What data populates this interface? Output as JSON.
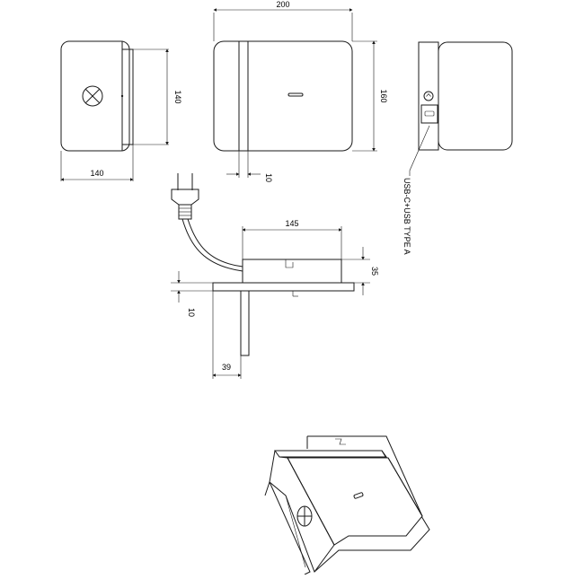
{
  "dimensions": {
    "front_width": "140",
    "front_height": "140",
    "top_width": "200",
    "top_height": "160",
    "top_bar_width": "10",
    "side_depth": "145",
    "side_height": "35",
    "side_plate": "10",
    "side_stem": "39"
  },
  "labels": {
    "usb_port": "USB-C+USB TYPE A"
  },
  "colors": {
    "line": "#1a1a1a",
    "background": "#ffffff"
  },
  "icons": [
    "light-bulb-symbol-icon",
    "power-plug-icon",
    "usb-port-icon"
  ]
}
